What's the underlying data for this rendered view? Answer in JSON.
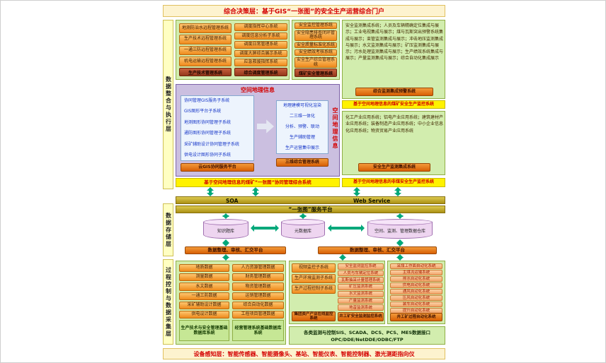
{
  "banners": {
    "top": "综合决策层：基于GIS“一张图”的安全生产运营综合门户",
    "bottom": "设备感知层：智能传感器、智能摄像头、基站、智能仪表、智能控制器、激光测距指向仪"
  },
  "layers": {
    "integration": "数据整合与执行层",
    "storage": "数据存储层",
    "process": "过程控制与数据采集层"
  },
  "remote_group": {
    "items": [
      "地测防治水远程管理系统",
      "生产技术远程管理系统",
      "一通三防远程管理系统",
      "机电运输远程管理系统"
    ],
    "footer": "生产技术管理系统"
  },
  "dispatch_group": {
    "items": [
      "调度指挥中心系统",
      "调度信息分析子系统",
      "调度日常管理系统",
      "调度大屏综合展示系统",
      "应急救援指挥系统"
    ],
    "footer": "综合调度管理系统"
  },
  "safety_group": {
    "items": [
      "安全监控管理系统",
      "安全隐患排查闭环管理系统",
      "安全质量标准化系统",
      "安全绩效考核系统",
      "安全生产综合管理系统"
    ],
    "footer": "煤矿安全管理系统"
  },
  "monitor_panel": {
    "text": "安全监测集成系统；人员及车辆精确定位集成与展示；工业电视集成与展示；煤与瓦斯突出预警系统集成与展示；束管监测集成与展示；冲击地压监测集成与展示；水文监测集成与展示；矿压监测集成与展示；污水处理监测集成与展示；生产绩效系统集成与展示；产量监测集成与展示；综合自动化集成展示",
    "button": "综合监测集成预警系统",
    "bar": "基于空间地理信息的煤矿安全生产监控系统"
  },
  "industry_panel": {
    "text": "化工产业应用系统；铝电产业应用系统；建筑建材产业应用系统；装备制造产业应用系统；中小企业信息化应用系统；物资贸易产业应用系统",
    "button": "安全生产监测集成系统",
    "bar": "基于空间地理信息的非煤安全生产监控系统"
  },
  "gis_panel": {
    "title": "空间地理信息",
    "left_items": [
      "协同管理GIS服务子系统",
      "GIS图形平台子系统",
      "地测图形协同管理子系统",
      "通防图形协同管理子系统",
      "采矿辅助设计协同管理子系统",
      "供电设计图形协同子系统"
    ],
    "left_button": "云GIS协同服务平台",
    "right_items": [
      "地理建模可视化渲染",
      "二三维一体化",
      "分析、预警、联动",
      "生产辅助管理",
      "生产运营集中展示"
    ],
    "right_button": "三维综合管理系统",
    "side_label": "空间地理信息",
    "bar": "基于空间地理信息的煤矿“一张图”协同管理综合系统"
  },
  "service_bus": {
    "soa": "SOA",
    "web_service": "Web Service",
    "platform": "“一张图”服务平台"
  },
  "storage": {
    "db1": "知识题库",
    "db2": "元数据库",
    "db3": "空间、监测、管理数据仓库",
    "platform_left": "数据整理、审核、汇交平台",
    "platform_right": "数据整理、审核、汇交平台"
  },
  "base_data": {
    "col1": [
      "地质数据",
      "测量数据",
      "水文数据",
      "一通三防数据",
      "采矿辅助设计数据",
      "供电设计数据"
    ],
    "col2": [
      "人力资源管理数据",
      "财务管理数据",
      "物资管理数据",
      "运销管理数据",
      "综合自动化数据",
      "工程项目管理数据"
    ],
    "footer1": "生产技术与安全管理基础数据库系统",
    "footer2": "经营管理系统基础数据库系统"
  },
  "control_group": {
    "items": [
      "视频监控子系统",
      "生产环境监测子系统",
      "生产过程控制子系统"
    ],
    "footer": "集团资产产业在线监控系统"
  },
  "mine_monitor_group": {
    "items": [
      "安全监测监控系统",
      "人员与车辆定位系统",
      "瓦斯抽采计量管理系统",
      "矿压监测系统",
      "水文监测系统",
      "产量监测系统",
      "地音监测系统"
    ],
    "footer": "井工矿安全监测监控系统"
  },
  "automation_group": {
    "items": [
      "采煤工作面自动化系统",
      "主煤流运输系统",
      "排水自动化系统",
      "供电自动化系统",
      "通风自动化系统",
      "压风自动化系统",
      "装车自动化系统",
      "提升自动化系统"
    ],
    "footer": "井工矿过程自动化系统"
  },
  "interface_bar": {
    "line1": "各类监测与控制SIS、SCADA、DCS、PCS、MES数据接口",
    "line2": "OPC/DDE/NetDDE/ODBC/FTP"
  },
  "colors": {
    "title_red": "#d40000",
    "panel_green": "#d2edae",
    "panel_purple": "#cbbfe0",
    "button_orange": "#ef8a1c",
    "button_deep_orange": "#d85f04",
    "button_brick": "#94381c",
    "highlight_yellow": "#fff200",
    "bus_olive": "#ab9015",
    "arrow_teal": "#00a87a"
  }
}
